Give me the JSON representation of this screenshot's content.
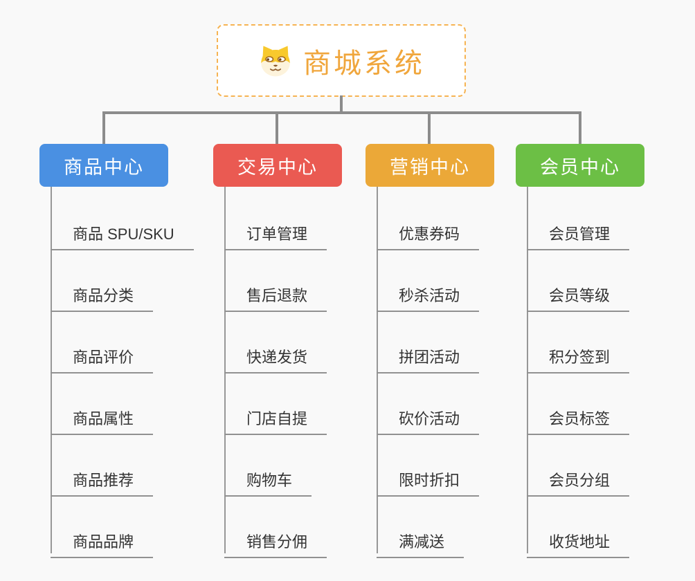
{
  "root": {
    "title": "商城系统",
    "icon": "dog-icon"
  },
  "branches": [
    {
      "label": "商品中心",
      "color": "#4a90e2",
      "items": [
        "商品 SPU/SKU",
        "商品分类",
        "商品评价",
        "商品属性",
        "商品推荐",
        "商品品牌"
      ]
    },
    {
      "label": "交易中心",
      "color": "#ea5a52",
      "items": [
        "订单管理",
        "售后退款",
        "快递发货",
        "门店自提",
        "购物车",
        "销售分佣"
      ]
    },
    {
      "label": "营销中心",
      "color": "#eba838",
      "items": [
        "优惠券码",
        "秒杀活动",
        "拼团活动",
        "砍价活动",
        "限时折扣",
        "满减送"
      ]
    },
    {
      "label": "会员中心",
      "color": "#6cbf45",
      "items": [
        "会员管理",
        "会员等级",
        "积分签到",
        "会员标签",
        "会员分组",
        "收货地址"
      ]
    }
  ],
  "colors": {
    "background": "#f9f9f9",
    "connector": "#8c8c8c",
    "underline": "#919191",
    "item_text": "#333333",
    "root_border": "#f6b352",
    "root_text": "#f0a63c"
  }
}
